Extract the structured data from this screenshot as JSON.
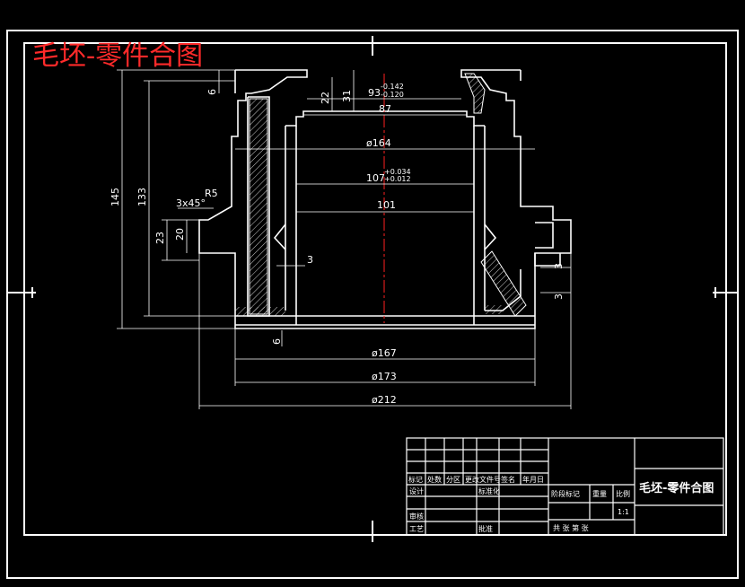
{
  "drawing": {
    "title": "毛坯-零件合图",
    "dimensions": {
      "d93": "93",
      "d93_tol_top": "-0.142",
      "d93_tol_bot": "-0.120",
      "d87": "87",
      "d164": "ø164",
      "d107": "107",
      "d107_tol_top": "+0.034",
      "d107_tol_bot": "+0.012",
      "d101": "101",
      "d167": "ø167",
      "d173": "ø173",
      "d212": "ø212",
      "h145": "145",
      "h133": "133",
      "h23": "23",
      "h20": "20",
      "h6_top": "6",
      "h6_bot": "6",
      "h22": "22",
      "h31": "31",
      "h3_left": "3",
      "h3_right_a": "3",
      "h3_right_b": "3",
      "chamfer": "3x45°",
      "radius": "R5"
    }
  },
  "title_block": {
    "name": "毛坯-零件合图",
    "scale": "1:1",
    "labels": {
      "mark": "标记",
      "count": "处数",
      "zone": "分区",
      "change_doc": "更改文件号",
      "sign": "签名",
      "date": "年月日",
      "design": "设计",
      "standard": "标准化",
      "stage_mark": "阶段标记",
      "weight": "重量",
      "scale_label": "比例",
      "review": "审核",
      "process": "工艺",
      "approve": "批准",
      "sheets": "共  张  第  张"
    }
  }
}
